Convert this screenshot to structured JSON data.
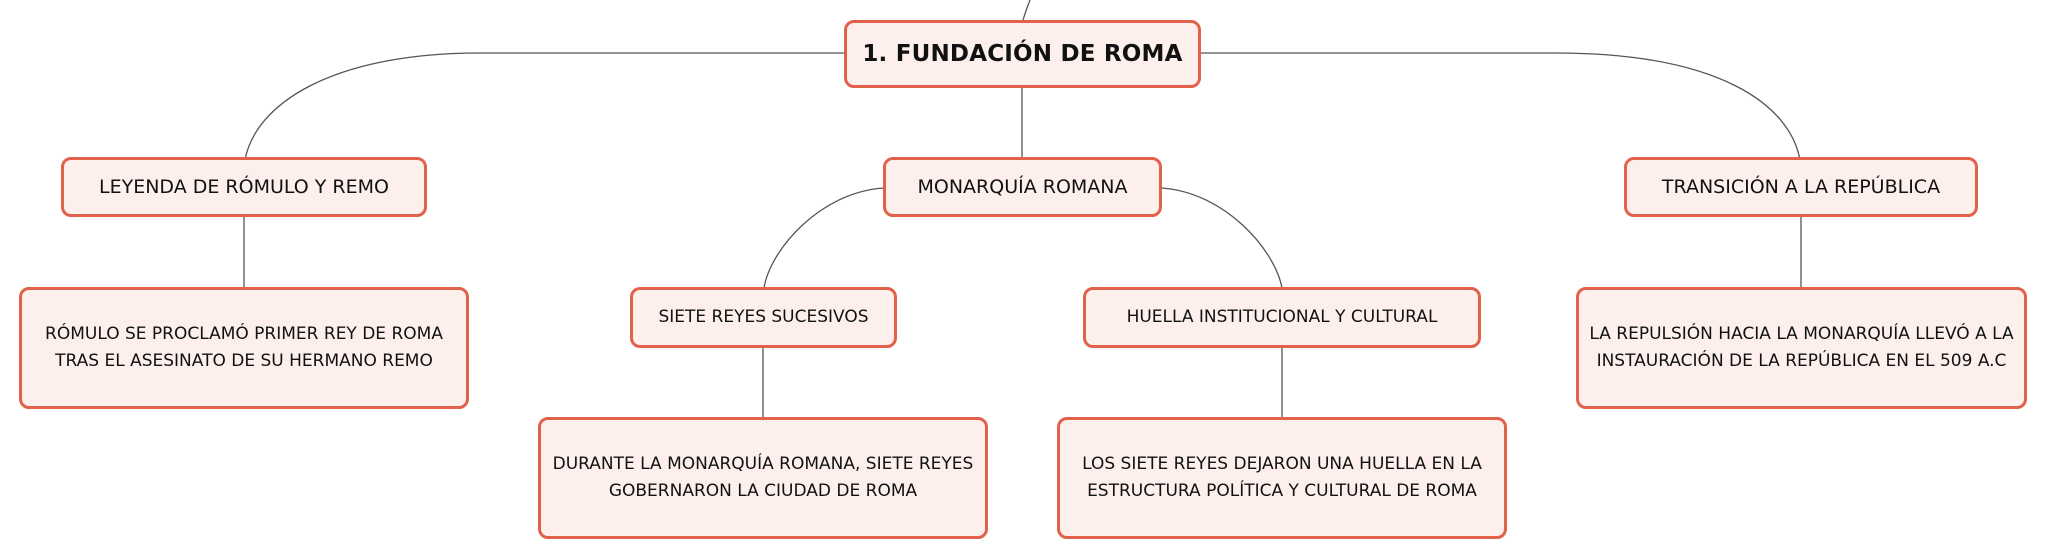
{
  "theme": {
    "node_fill": "#fdf0ec",
    "node_border": "#e2614a",
    "connector": "#555555",
    "text": "#111111"
  },
  "diagram": {
    "root": {
      "label": "1. FUNDACIÓN DE ROMA"
    },
    "branches": [
      {
        "label": "LEYENDA DE RÓMULO Y REMO",
        "children": [
          {
            "label": "RÓMULO SE PROCLAMÓ PRIMER REY DE ROMA TRAS EL ASESINATO DE SU HERMANO REMO"
          }
        ]
      },
      {
        "label": "MONARQUÍA ROMANA",
        "children": [
          {
            "label": "SIETE REYES SUCESIVOS",
            "children": [
              {
                "label": "DURANTE LA MONARQUÍA ROMANA, SIETE REYES GOBERNARON LA CIUDAD DE ROMA"
              }
            ]
          },
          {
            "label": "HUELLA INSTITUCIONAL Y CULTURAL",
            "children": [
              {
                "label": "LOS SIETE REYES DEJARON UNA HUELLA EN LA ESTRUCTURA POLÍTICA Y CULTURAL DE ROMA"
              }
            ]
          }
        ]
      },
      {
        "label": "TRANSICIÓN A LA REPÚBLICA",
        "children": [
          {
            "label": "LA REPULSIÓN HACIA LA MONARQUÍA LLEVÓ A LA INSTAURACIÓN DE LA REPÚBLICA EN EL 509 A.C"
          }
        ]
      }
    ]
  }
}
